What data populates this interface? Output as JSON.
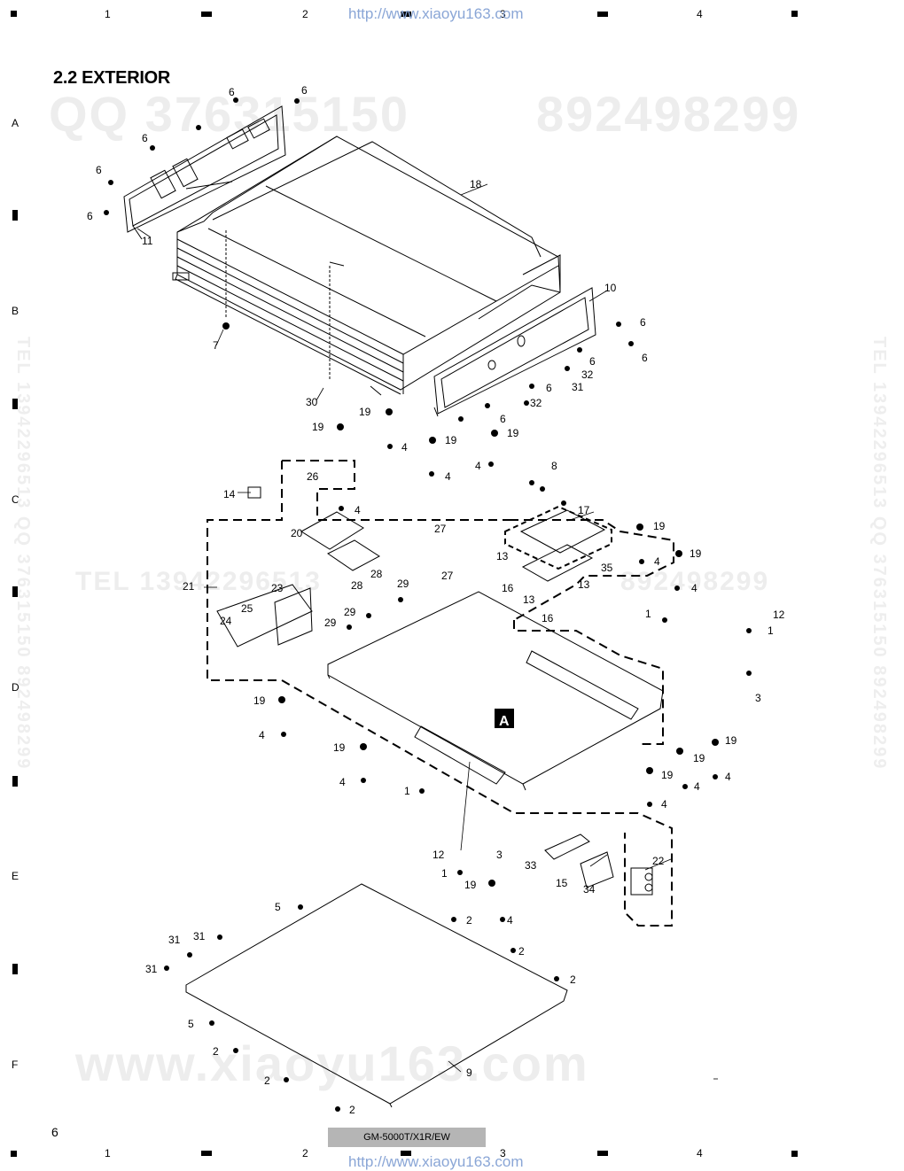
{
  "header": {
    "column_numbers": [
      "1",
      "2",
      "3",
      "4"
    ],
    "url": "http://www.xiaoyu163.com"
  },
  "footer": {
    "column_numbers": [
      "1",
      "2",
      "3",
      "4"
    ],
    "url": "http://www.xiaoyu163.com",
    "page_number": "6",
    "model": "GM-5000T/X1R/EW"
  },
  "row_letters": [
    "A",
    "B",
    "C",
    "D",
    "E",
    "F"
  ],
  "section_title": "2.2 EXTERIOR",
  "watermarks": {
    "qq": "QQ 376315150",
    "qq2": "892498299",
    "tel": "TEL 13942296513",
    "tel2": "892498299",
    "site": "www.xiaoyu163.com",
    "side_left": "TEL 13942296513  QQ 376315150  892498299",
    "side_right": "TEL 13942296513  QQ 376315150  892498299"
  },
  "reference_box": "A",
  "part_labels": [
    "1",
    "2",
    "3",
    "4",
    "5",
    "6",
    "7",
    "8",
    "9",
    "10",
    "11",
    "12",
    "13",
    "14",
    "15",
    "16",
    "17",
    "18",
    "19",
    "20",
    "21",
    "22",
    "23",
    "24",
    "25",
    "26",
    "27",
    "28",
    "29",
    "30",
    "31",
    "32",
    "33",
    "34",
    "35"
  ]
}
